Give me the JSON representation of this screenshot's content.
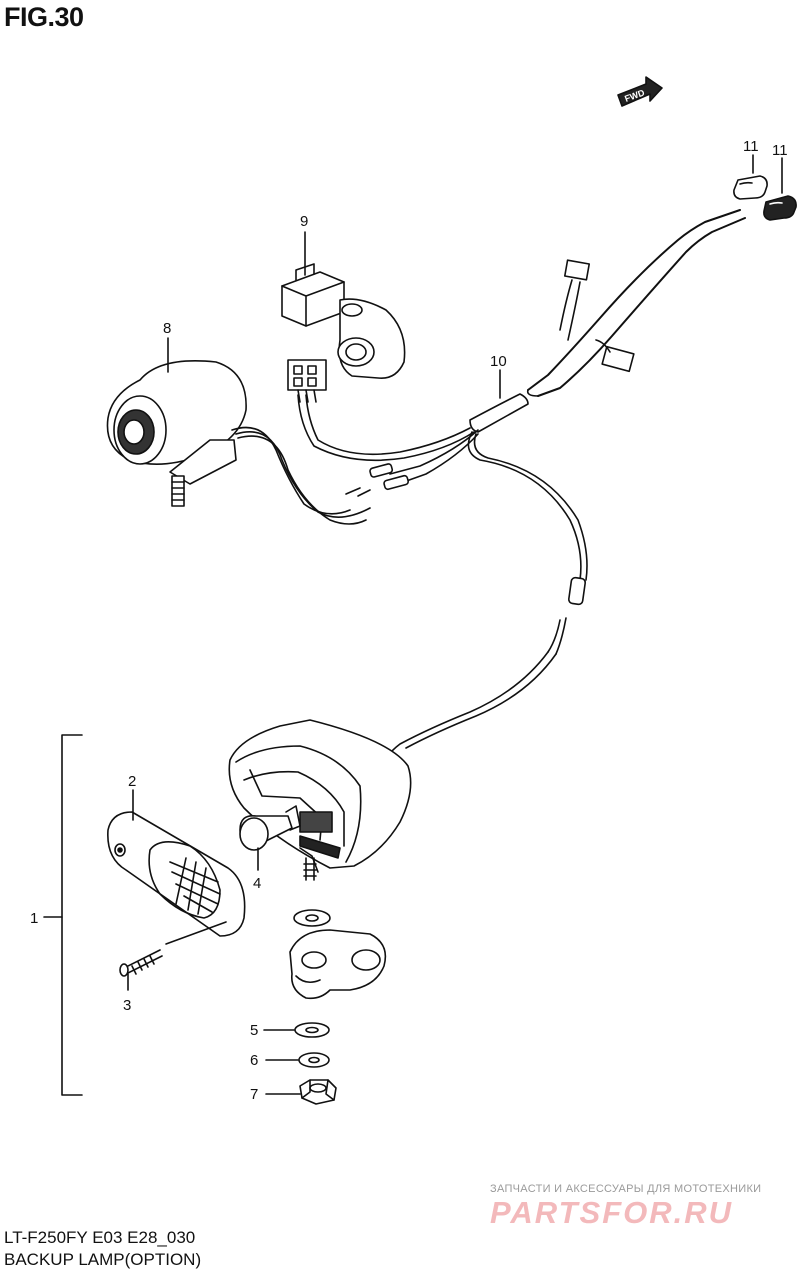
{
  "figure": {
    "title": "FIG.30"
  },
  "fwd_label": "FWD",
  "callouts": [
    {
      "id": "1",
      "label": "1"
    },
    {
      "id": "2",
      "label": "2"
    },
    {
      "id": "3",
      "label": "3"
    },
    {
      "id": "4",
      "label": "4"
    },
    {
      "id": "5",
      "label": "5"
    },
    {
      "id": "6",
      "label": "6"
    },
    {
      "id": "7",
      "label": "7"
    },
    {
      "id": "8",
      "label": "8"
    },
    {
      "id": "9",
      "label": "9"
    },
    {
      "id": "10",
      "label": "10"
    },
    {
      "id": "11a",
      "label": "11"
    },
    {
      "id": "11b",
      "label": "11"
    }
  ],
  "footer": {
    "model": "LT-F250FY E03 E28_030",
    "caption": "BACKUP LAMP(OPTION)"
  },
  "watermark": {
    "tagline": "ЗАПЧАСТИ И АКСЕССУАРЫ ДЛЯ МОТОТЕХНИКИ",
    "brand": "PARTSFOR.RU"
  },
  "colors": {
    "line": "#111111",
    "watermark": "#f3b9bb",
    "background": "#ffffff"
  }
}
